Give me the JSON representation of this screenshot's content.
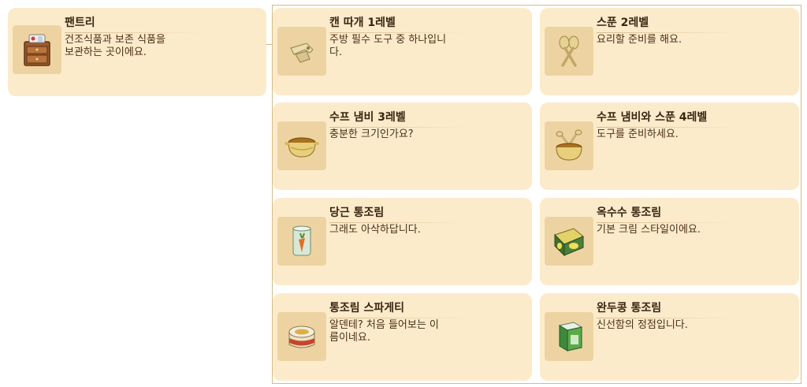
{
  "pantry": {
    "title": "팬트리",
    "desc": "건조식품과 보존 식품을 보관하는 곳이에요.",
    "icon": "pantry-cabinet-icon"
  },
  "items": [
    {
      "title": "캔 따개 1레벨",
      "desc": "주방 필수 도구 중 하나입니다.",
      "icon": "can-opener-icon"
    },
    {
      "title": "스푼 2레벨",
      "desc": "요리할 준비를 해요.",
      "icon": "spoons-icon"
    },
    {
      "title": "수프 냄비 3레벨",
      "desc": "충분한 크기인가요?",
      "icon": "soup-pot-icon"
    },
    {
      "title": "수프 냄비와 스푼 4레벨",
      "desc": "도구를 준비하세요.",
      "icon": "pot-and-spoons-icon"
    },
    {
      "title": "당근 통조림",
      "desc": "그래도 아삭하답니다.",
      "icon": "canned-carrot-icon"
    },
    {
      "title": "옥수수 통조림",
      "desc": "기본 크림 스타일이에요.",
      "icon": "canned-corn-icon"
    },
    {
      "title": "통조림 스파게티",
      "desc": "알덴테? 처음 들어보는 이름이네요.",
      "icon": "canned-spaghetti-icon"
    },
    {
      "title": "완두콩 통조림",
      "desc": "신선함의 정점입니다.",
      "icon": "canned-peas-icon"
    }
  ]
}
